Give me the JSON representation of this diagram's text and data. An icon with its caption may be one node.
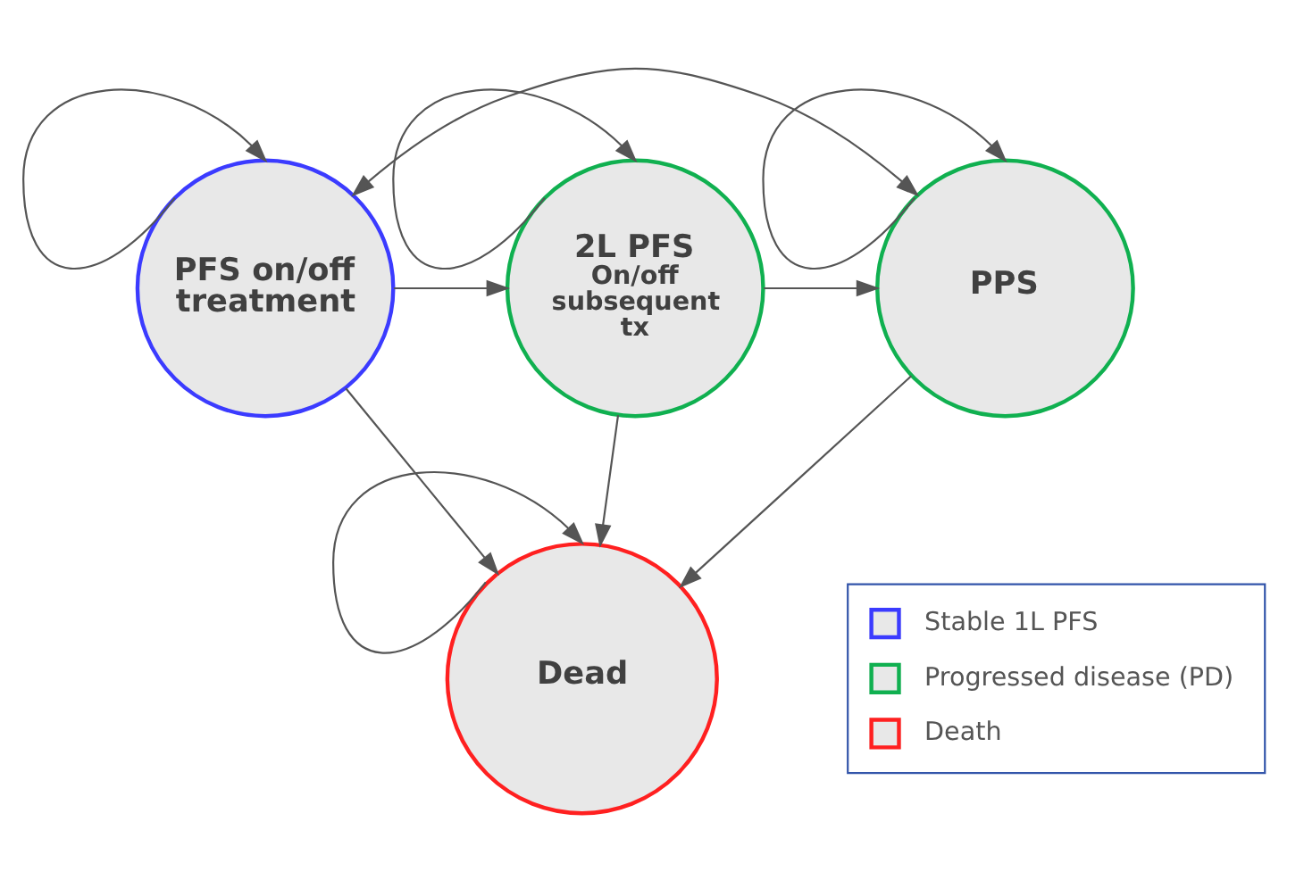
{
  "diagram": {
    "nodes": [
      {
        "text": [
          "PFS on/off treatment"
        ]
      },
      {
        "text": [
          "2L PFS",
          "On/off subsequent tx"
        ]
      },
      {
        "text": [
          "PPS"
        ]
      },
      {
        "text": [
          "Dead"
        ]
      }
    ],
    "edges": [
      {
        "from": 0,
        "to": 0,
        "arrow": "to"
      },
      {
        "from": 1,
        "to": 1,
        "arrow": "to"
      },
      {
        "from": 2,
        "to": 2,
        "arrow": "to"
      },
      {
        "from": 0,
        "to": 2,
        "arrow": "both"
      },
      {
        "from": 0,
        "to": 1,
        "arrow": "to"
      },
      {
        "from": 1,
        "to": 2,
        "arrow": "to"
      },
      {
        "from": 0,
        "to": 3,
        "arrow": "to"
      },
      {
        "from": 1,
        "to": 3,
        "arrow": "to"
      },
      {
        "from": 2,
        "to": 3,
        "arrow": "to"
      },
      {
        "from": 3,
        "to": 3,
        "arrow": "to"
      }
    ],
    "legend": [
      {
        "text": "Stable 1L PFS"
      },
      {
        "text": "Progressed disease (PD)"
      },
      {
        "text": "Death"
      }
    ]
  }
}
